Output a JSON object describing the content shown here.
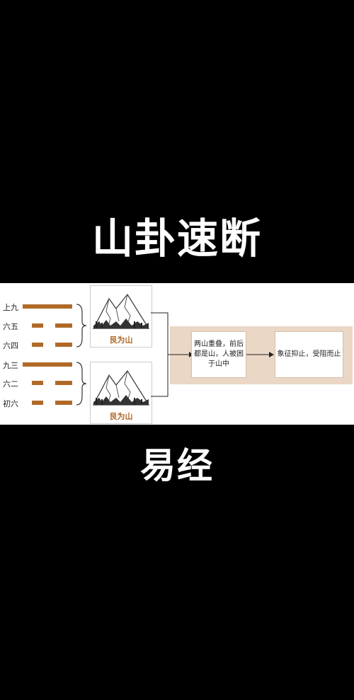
{
  "title": "山卦速断",
  "subtitle": "易经",
  "lines": [
    {
      "label": "上九",
      "type": "yang"
    },
    {
      "label": "六五",
      "type": "yin"
    },
    {
      "label": "六四",
      "type": "yin"
    },
    {
      "label": "九三",
      "type": "yang"
    },
    {
      "label": "六二",
      "type": "yin"
    },
    {
      "label": "初六",
      "type": "yin"
    }
  ],
  "trigrams": [
    {
      "caption": "艮为山",
      "icon": "mountain-icon"
    },
    {
      "caption": "艮为山",
      "icon": "mountain-icon"
    }
  ],
  "description": "两山重叠，前后都是山，人被困于山中",
  "meaning": "象征抑止，受阻而止",
  "colors": {
    "line": "#b06a28",
    "band": "#ead7c6",
    "caption": "#b06a28"
  }
}
